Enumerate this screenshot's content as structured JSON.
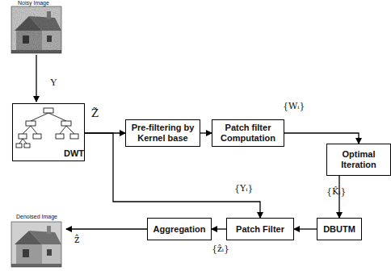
{
  "diagram": {
    "nodes": [
      {
        "text": [
          "DWT"
        ]
      },
      {
        "text": [
          "Pre-filtering by Kernel base"
        ]
      },
      {
        "text": [
          "Patch filter Computation"
        ]
      },
      {
        "text": [
          "Optimal Iteration"
        ]
      },
      {
        "text": [
          "DBUTM"
        ]
      },
      {
        "text": [
          "Patch Filter"
        ]
      },
      {
        "text": [
          "Aggregation"
        ]
      }
    ],
    "edges": [
      {
        "from": 0,
        "to": 1,
        "arrow": "to"
      },
      {
        "from": 1,
        "to": 2,
        "arrow": "to"
      },
      {
        "from": 2,
        "to": 3,
        "arrow": "to"
      },
      {
        "from": 3,
        "to": 4,
        "arrow": "to"
      },
      {
        "from": 4,
        "to": 5,
        "arrow": "to"
      },
      {
        "from": 5,
        "to": 6,
        "arrow": "to"
      },
      {
        "from": 0,
        "to": 5,
        "arrow": "to"
      }
    ],
    "labels": [
      "Noisy Image",
      "Y",
      "Z̃",
      "{Wᵢ}",
      "{Yᵢ}",
      "{K̂ᵢ}",
      "{ẑᵢ}",
      "Denoised Image",
      "ẑ"
    ]
  }
}
